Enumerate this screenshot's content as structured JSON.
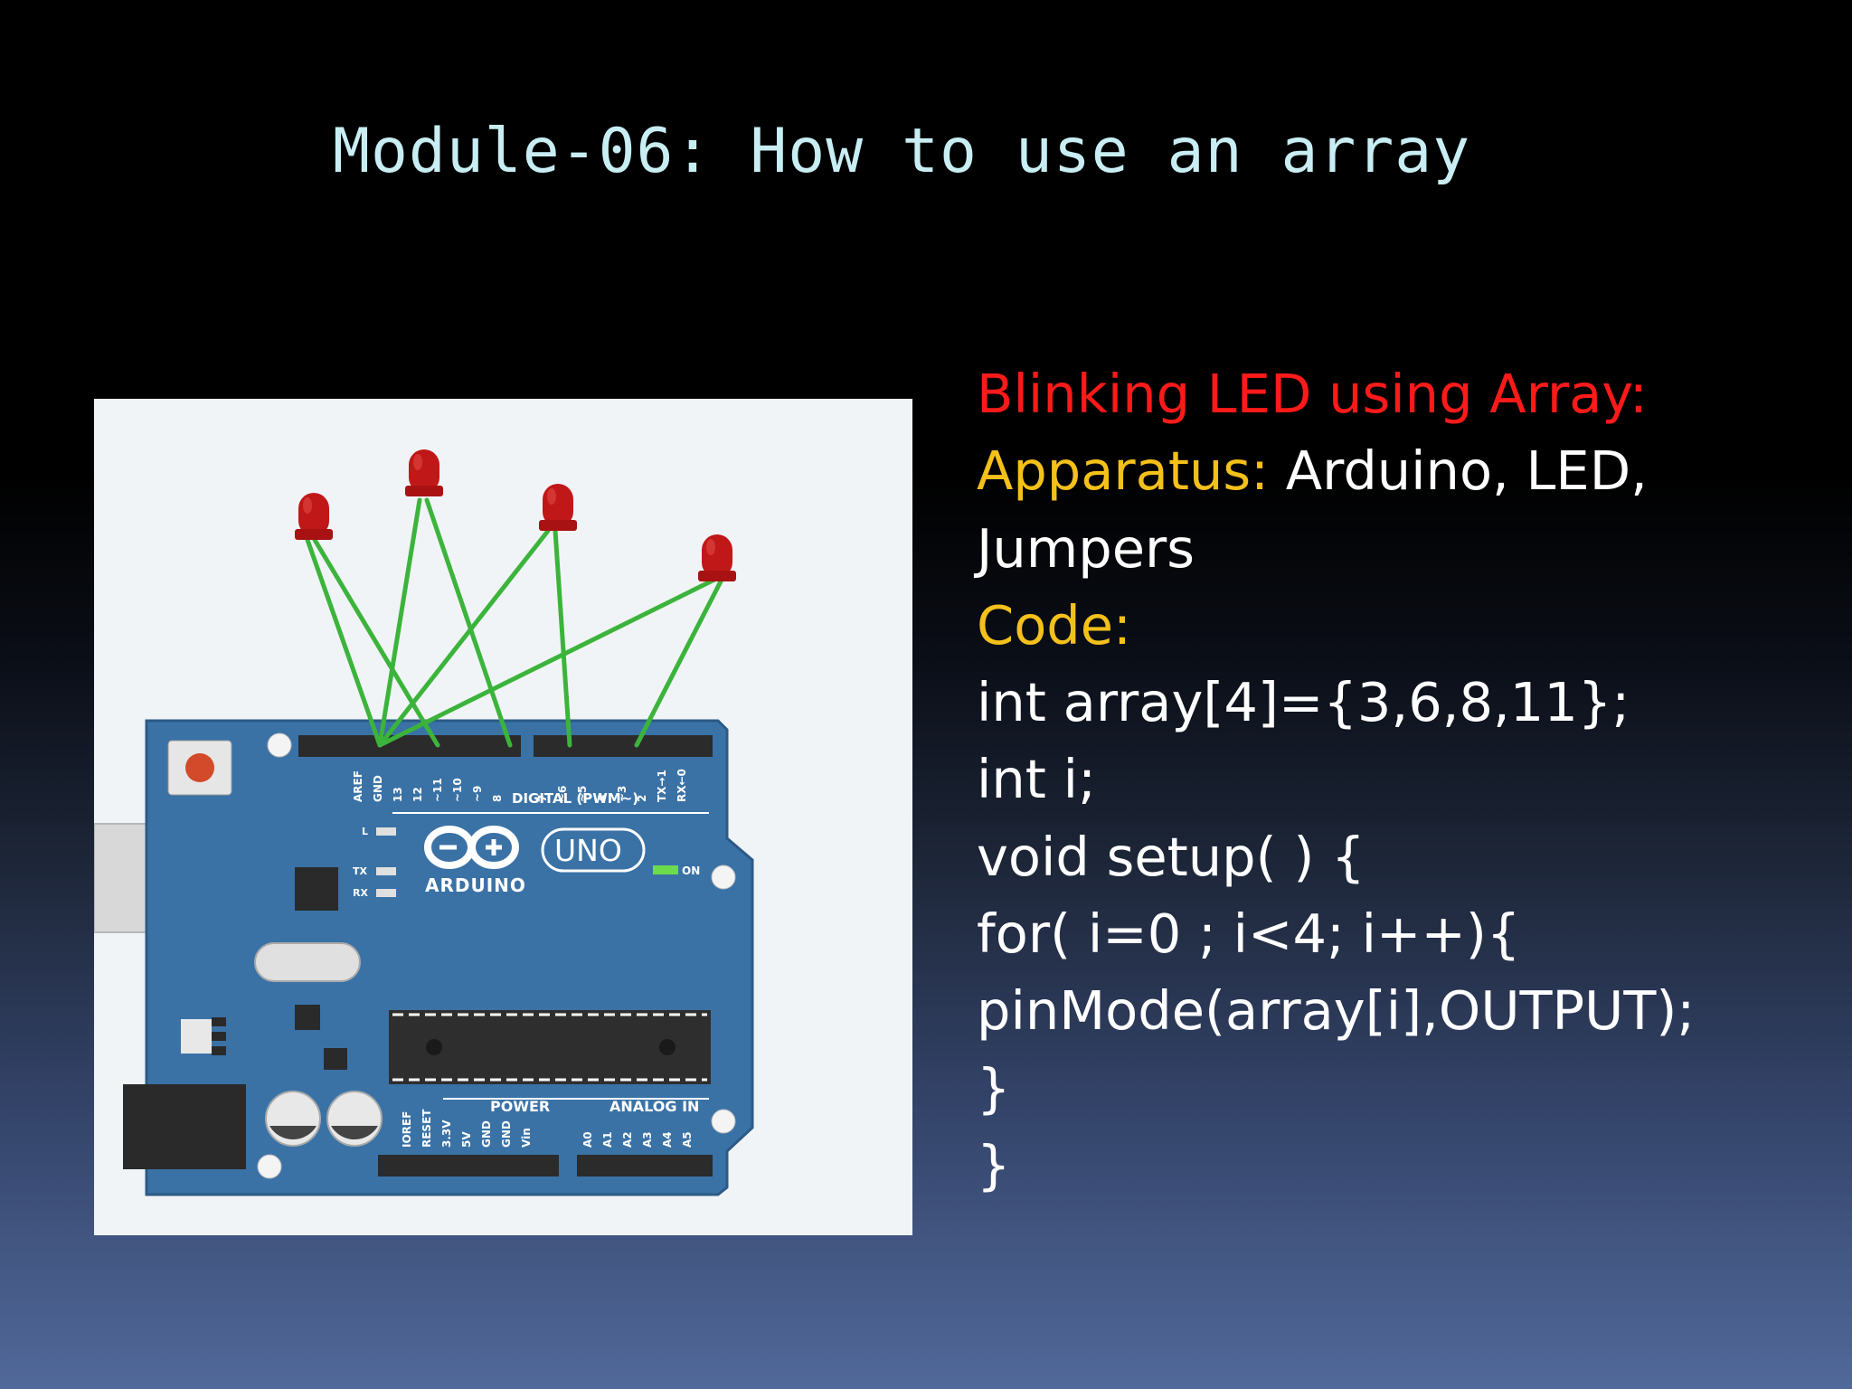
{
  "slide": {
    "title": "Module-06: How to use an array"
  },
  "figure": {
    "board_logo": "ARDUINO",
    "board_model": "UNO",
    "header_digital": "DIGITAL (PWM~)",
    "header_power": "POWER",
    "header_analog": "ANALOG IN",
    "label_on": "ON",
    "label_l": "L",
    "label_tx": "TX",
    "label_rx": "RX",
    "digital_pins": [
      "AREF",
      "GND",
      "13",
      "12",
      "~11",
      "~10",
      "~9",
      "8",
      "7",
      "~6",
      "~5",
      "4",
      "~3",
      "2",
      "TX→1",
      "RX←0"
    ],
    "power_pins": [
      "IOREF",
      "RESET",
      "3.3V",
      "5V",
      "GND",
      "GND",
      "Vin"
    ],
    "analog_pins": [
      "A0",
      "A1",
      "A2",
      "A3",
      "A4",
      "A5"
    ],
    "led_color": "#c01818",
    "wire_color": "#3cb43c",
    "board_color": "#3a72a6"
  },
  "content": {
    "heading": "Blinking LED using Array:",
    "apparatus_label": "Apparatus:",
    "apparatus_value": " Arduino, LED,",
    "apparatus_cont": "Jumpers",
    "code_label": "Code:",
    "code_lines": [
      "int array[4]={3,6,8,11};",
      "int i;",
      "void setup( ) {",
      "for( i=0 ; i<4; i++){",
      "pinMode(array[i],OUTPUT);",
      "}",
      "}"
    ]
  },
  "colors": {
    "title": "#c8eef4",
    "heading": "#ff1a1a",
    "label": "#f4c01a",
    "body_text": "#ffffff"
  }
}
